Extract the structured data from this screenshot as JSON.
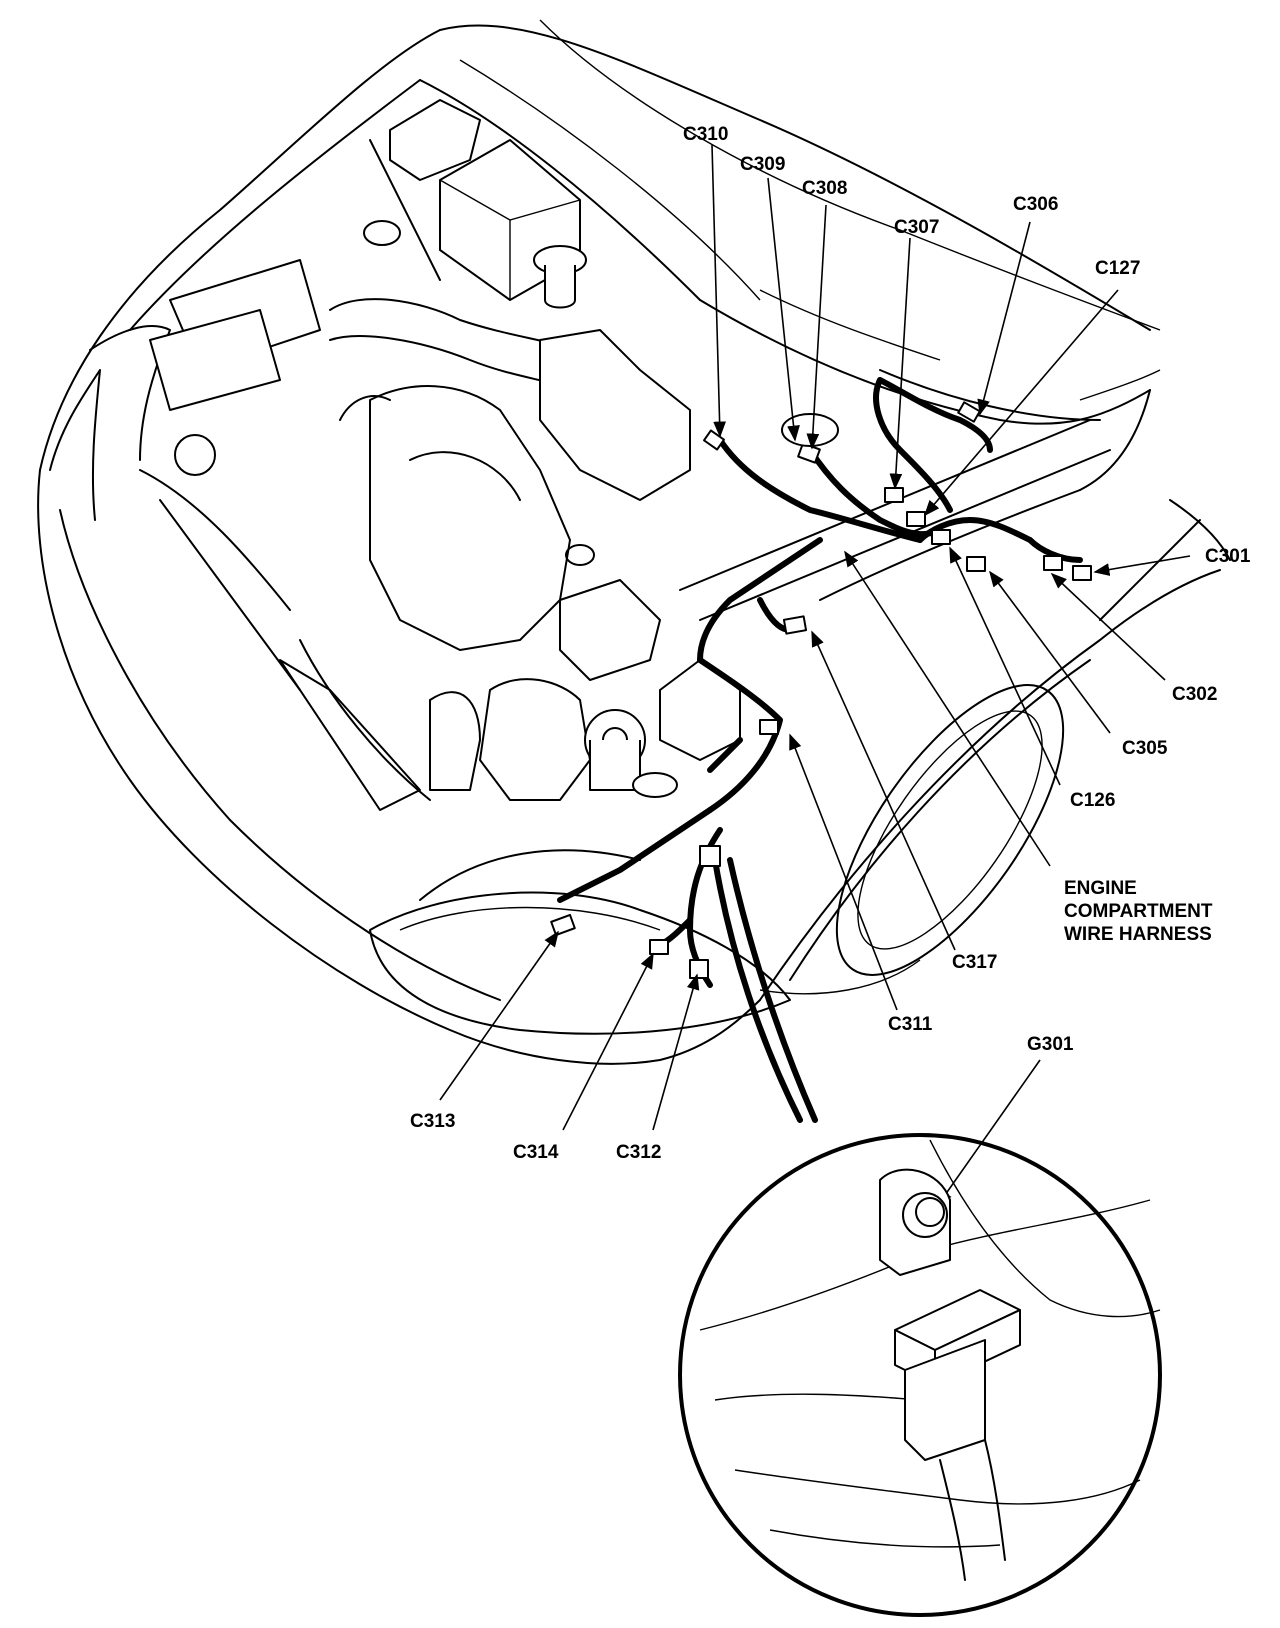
{
  "labels": {
    "c310": "C310",
    "c309": "C309",
    "c308": "C308",
    "c307": "C307",
    "c306": "C306",
    "c127": "C127",
    "c301": "C301",
    "c302": "C302",
    "c305": "C305",
    "c126": "C126",
    "harness_line1": "ENGINE",
    "harness_line2": "COMPARTMENT",
    "harness_line3": "WIRE HARNESS",
    "c317": "C317",
    "c311": "C311",
    "c313": "C313",
    "c314": "C314",
    "c312": "C312",
    "g301": "G301"
  },
  "colors": {
    "ink": "#000000",
    "paper": "#ffffff"
  }
}
